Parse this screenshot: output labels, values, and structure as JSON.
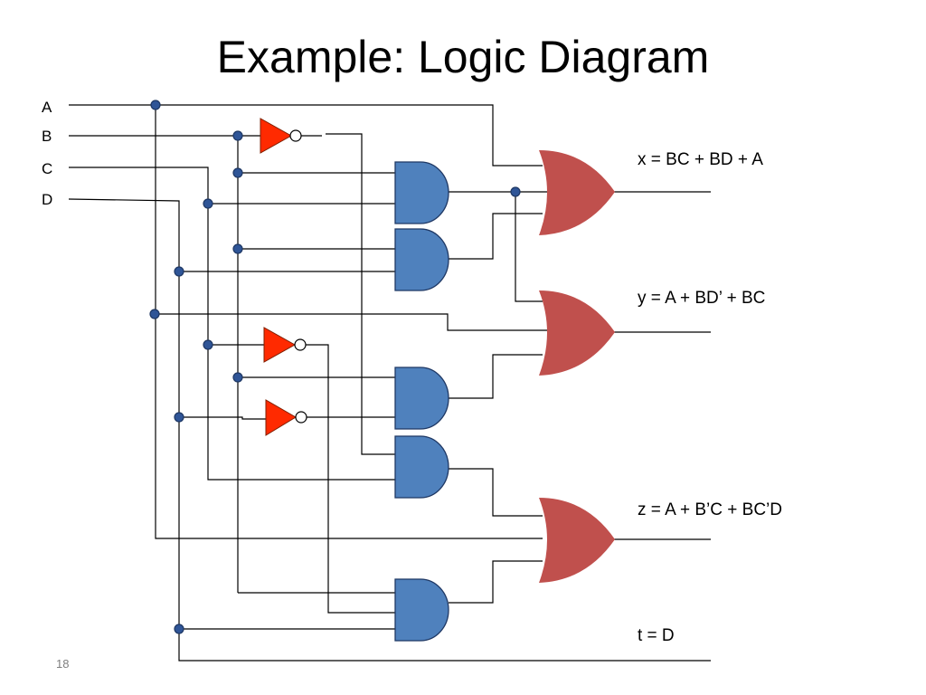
{
  "slide": {
    "title": "Example: Logic Diagram",
    "slide_number": "18"
  },
  "inputs": {
    "a": "A",
    "b": "B",
    "c": "C",
    "d": "D"
  },
  "outputs": {
    "x": "x = BC + BD + A",
    "y": "y = A + BD’ + BC",
    "z": "z = A + B’C + BC’D",
    "t": "t = D"
  },
  "colors": {
    "and_gate": "#4f81bd",
    "or_gate": "#c0504d",
    "not_gate": "#ff2a00",
    "junction": "#2f5597"
  }
}
